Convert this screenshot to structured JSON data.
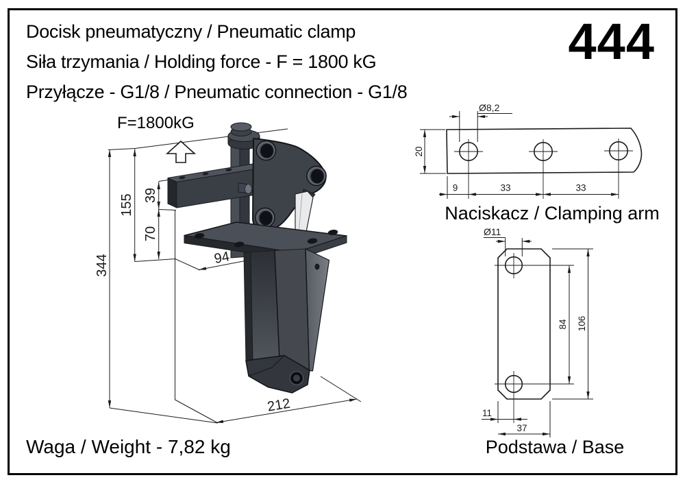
{
  "page": {
    "background": "#ffffff",
    "border_color": "#000000",
    "product_number": "444",
    "header_lines": [
      "Docisk pneumatyczny / Pneumatic clamp",
      "Siła trzymania / Holding force - F = 1800 kG",
      "Przyłącze - G1/8 / Pneumatic connection - G1/8"
    ],
    "weight_label": "Waga / Weight - 7,82 kg"
  },
  "main_view": {
    "force_label": "F=1800kG",
    "part_body_color": "#3e434a",
    "part_highlight_color": "#e9eaec",
    "dimensions": {
      "total_height": "344",
      "upper_height": "155",
      "arm_thickness": "39",
      "arm_to_base": "70",
      "base_depth": "94",
      "base_width": "212"
    }
  },
  "arm_view": {
    "caption": "Naciskacz / Clamping arm",
    "dimensions": {
      "hole_diameter": "Ø8,2",
      "width": "20",
      "hole_offset": "9",
      "hole_pitch_1": "33",
      "hole_pitch_2": "33"
    }
  },
  "base_view": {
    "caption": "Podstawa / Base",
    "dimensions": {
      "hole_diameter": "Ø11",
      "hole_pitch": "84",
      "length": "106",
      "hole_offset": "11",
      "width": "37"
    }
  }
}
